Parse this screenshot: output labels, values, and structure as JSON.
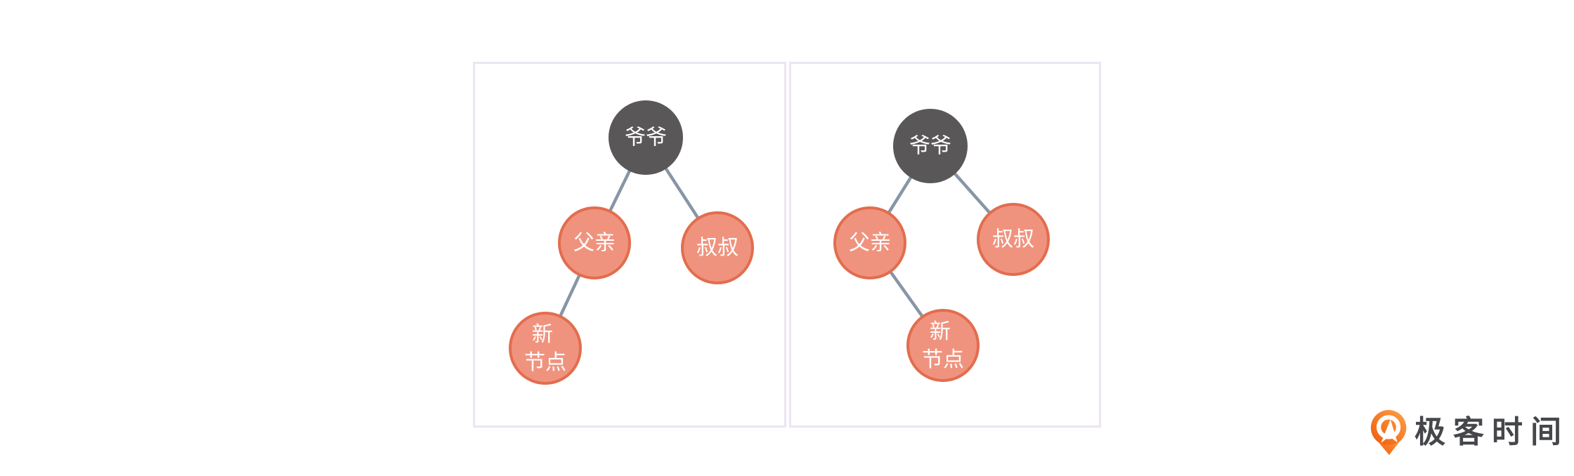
{
  "diagram": {
    "description_colors": {
      "black_node": "#595757",
      "red_node_fill": "#f0937e",
      "red_node_border": "#e26d4e",
      "edge": "#8796a6",
      "panel_border": "#ece5f2",
      "node_text": "#ffffff"
    },
    "panels": [
      {
        "nodes": [
          {
            "id": "grandfather",
            "label": "爷爷",
            "color_type": "black"
          },
          {
            "id": "father",
            "label": "父亲",
            "color_type": "red"
          },
          {
            "id": "uncle",
            "label": "叔叔",
            "color_type": "red"
          },
          {
            "id": "new_node",
            "label": "新节点",
            "label_lines": [
              "新",
              "节点"
            ],
            "color_type": "red",
            "parent_side": "left"
          }
        ],
        "edges": [
          [
            "grandfather",
            "father"
          ],
          [
            "grandfather",
            "uncle"
          ],
          [
            "father",
            "new_node"
          ]
        ]
      },
      {
        "nodes": [
          {
            "id": "grandfather",
            "label": "爷爷",
            "color_type": "black"
          },
          {
            "id": "father",
            "label": "父亲",
            "color_type": "red"
          },
          {
            "id": "uncle",
            "label": "叔叔",
            "color_type": "red"
          },
          {
            "id": "new_node",
            "label": "新节点",
            "label_lines": [
              "新",
              "节点"
            ],
            "color_type": "red",
            "parent_side": "right"
          }
        ],
        "edges": [
          [
            "grandfather",
            "father"
          ],
          [
            "grandfather",
            "uncle"
          ],
          [
            "father",
            "new_node"
          ]
        ]
      }
    ]
  },
  "footer": {
    "logo_text": "极客时间",
    "logo_orange": "#f25b0a"
  }
}
